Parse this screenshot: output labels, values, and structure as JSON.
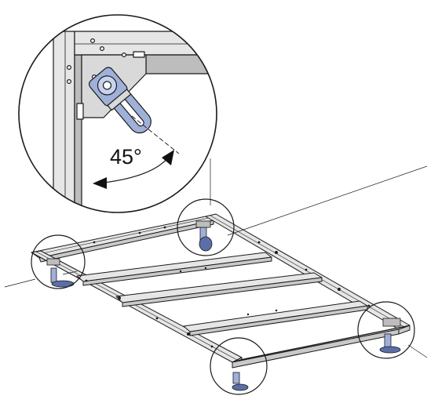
{
  "diagram": {
    "angle_label": "45°",
    "angle_degrees": 45,
    "colors": {
      "frame_fill": "#e6e6e6",
      "frame_dark": "#bdbdbd",
      "outline": "#1a1a1a",
      "foot_blue": "#9fb0d9",
      "foot_blue_dark": "#5b6ea8",
      "background": "#ffffff"
    },
    "parts": [
      "frame-rail-left",
      "frame-rail-right",
      "frame-rail-front",
      "frame-rail-back",
      "cross-bar-1",
      "cross-bar-2",
      "cross-bar-3",
      "corner-bracket",
      "adjustable-foot"
    ]
  }
}
